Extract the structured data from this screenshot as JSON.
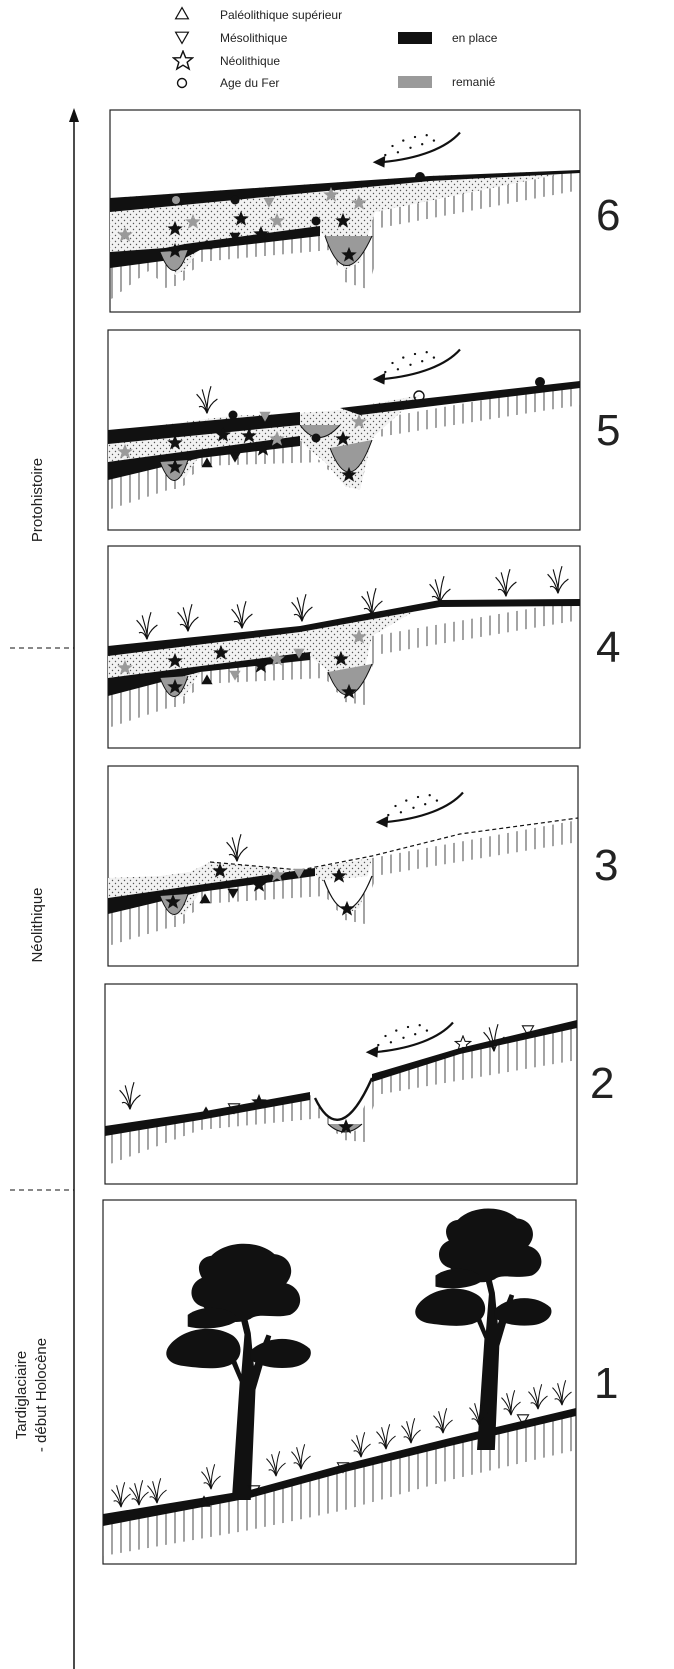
{
  "legend": {
    "symbols": [
      {
        "id": "paleo",
        "label": "Paléolithique supérieur",
        "icon": "triangle-up-icon"
      },
      {
        "id": "meso",
        "label": "Mésolithique",
        "icon": "triangle-down-icon"
      },
      {
        "id": "neo",
        "label": "Néolithique",
        "icon": "star-icon"
      },
      {
        "id": "fer",
        "label": "Age du Fer",
        "icon": "circle-icon"
      }
    ],
    "states": [
      {
        "id": "en_place",
        "label": "en place",
        "color": "#111111"
      },
      {
        "id": "remanie",
        "label": "remanié",
        "color": "#9a9a9a"
      }
    ]
  },
  "periods": [
    {
      "label": "Protohistoire"
    },
    {
      "label": "Néolithique"
    },
    {
      "label": "Tardiglaciaire",
      "label2": "- début Holocène"
    }
  ],
  "stages": [
    {
      "number": "6"
    },
    {
      "number": "5"
    },
    {
      "number": "4"
    },
    {
      "number": "3"
    },
    {
      "number": "2"
    },
    {
      "number": "1"
    }
  ],
  "colors": {
    "ink": "#111111",
    "reworked": "#9a9a9a",
    "colluvium_dots": "#555555",
    "frame": "#222222"
  }
}
